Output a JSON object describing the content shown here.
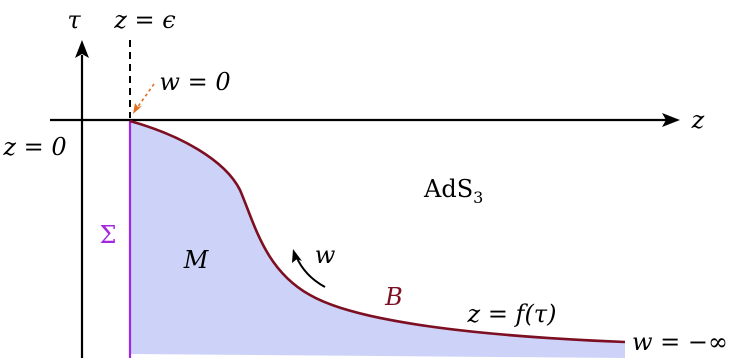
{
  "diagram": {
    "axes": {
      "vertical_label": "τ",
      "horizontal_label": "z"
    },
    "labels": {
      "z_epsilon": "z = ϵ",
      "w_zero": "w = 0",
      "z_zero": "z = 0",
      "ads_main": "AdS",
      "ads_sub": "3",
      "sigma": "Σ",
      "region_m": "M",
      "w_arrow": "w",
      "boundary_b": "B",
      "z_f_tau": "z = f(τ)",
      "w_minus_inf": "w = −∞"
    },
    "colors": {
      "region_fill": "#cdd3f8",
      "boundary_curve": "#7d0f22",
      "sigma_line": "#a326e0",
      "w_zero_arrow": "#e07020",
      "axis": "#000000"
    }
  }
}
